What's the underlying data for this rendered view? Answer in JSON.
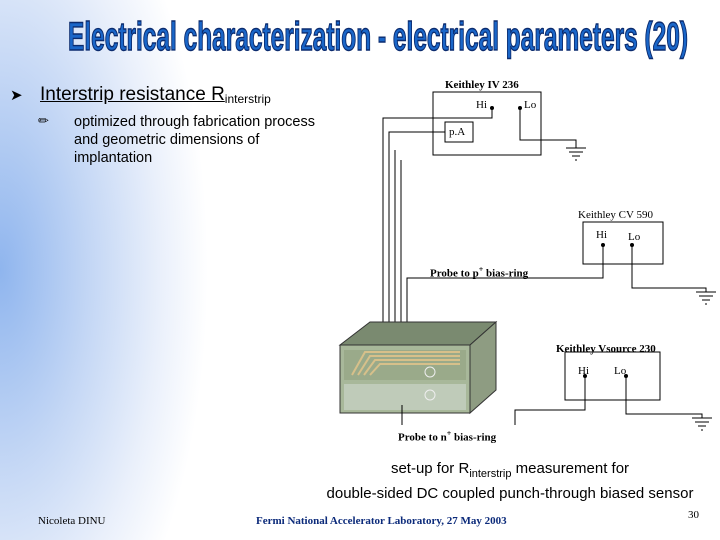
{
  "title": "Electrical characterization - electrical parameters (20)",
  "bullet": {
    "text_main": "Interstrip resistance R",
    "text_sub": "interstrip",
    "subpoint": "optimized through fabrication process and geometric dimensions of implantation"
  },
  "diagram": {
    "keithley_iv": "Keithley IV 236",
    "hi": "Hi",
    "lo": "Lo",
    "pa": "p.A",
    "keithley_cv": "Keithley CV 590",
    "probe_p": "Probe to p",
    "probe_p_sup": "+",
    "probe_p_rest": " bias-ring",
    "keithley_vs": "Keithley Vsource 230",
    "probe_n": "Probe to n",
    "probe_n_sup": "+",
    "probe_n_rest": " bias-ring"
  },
  "caption": {
    "line1_a": "set-up for R",
    "line1_sub": "interstrip",
    "line1_b": " measurement for",
    "line2": "double-sided DC coupled punch-through biased sensor"
  },
  "footer": {
    "author": "Nicoleta DINU",
    "institution": "Fermi National Accelerator Laboratory, 27 May 2003",
    "page": "30"
  },
  "colors": {
    "title_fill": "#1a66c8",
    "title_stroke": "#0b2b6e",
    "footer_text": "#0b2a7a"
  },
  "icons": {
    "bullet": "arrow-bullet-icon",
    "subpoint": "pencil-icon",
    "ground": "ground-symbol-icon"
  }
}
